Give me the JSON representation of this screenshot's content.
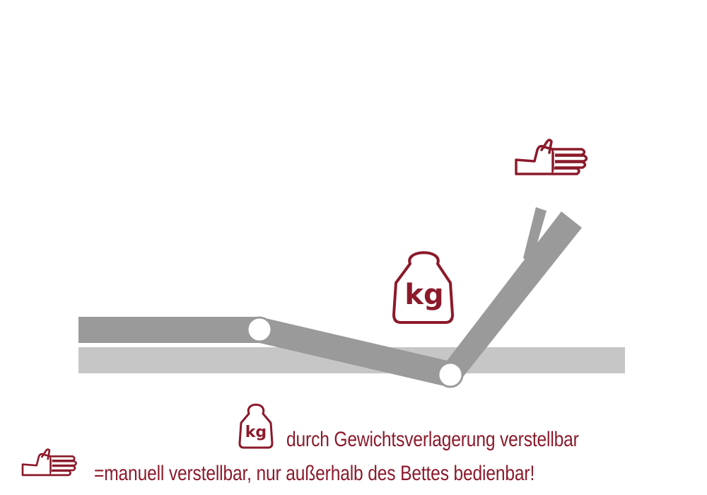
{
  "colors": {
    "accent": "#8b1a2b",
    "frame_dark": "#9a9a9a",
    "frame_light": "#c6c6c6",
    "hinge_fill": "#ffffff"
  },
  "icons": {
    "weight": "kg-weight-icon",
    "hand": "hand-icon"
  },
  "weight_icon_label": "kg",
  "legend": {
    "weight_text": "durch Gewichtsverlagerung verstellbar",
    "manual_text": "=manuell verstellbar, nur außerhalb des Bettes bedienbar!"
  }
}
